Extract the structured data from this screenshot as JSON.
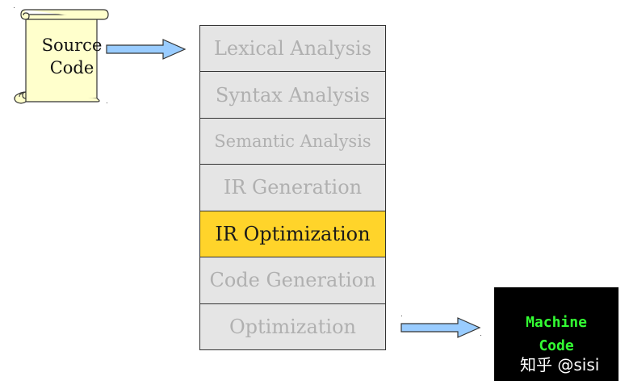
{
  "source": {
    "line1": "Source",
    "line2": "Code"
  },
  "stages": [
    "Lexical Analysis",
    "Syntax Analysis",
    "Semantic Analysis",
    "IR Generation",
    "IR Optimization",
    "Code Generation",
    "Optimization"
  ],
  "active_stage": "IR Optimization",
  "machine": {
    "line1": "Machine",
    "line2": "Code"
  },
  "watermark": "知乎 @sisi",
  "colors": {
    "scroll_fill": "#ffffcc",
    "stage_fill": "#e5e5e5",
    "stage_text": "#b0b0b0",
    "active_fill": "#ffd42a",
    "arrow_fill": "#99ccff",
    "machine_bg": "#000000",
    "machine_text": "#33ff33"
  }
}
